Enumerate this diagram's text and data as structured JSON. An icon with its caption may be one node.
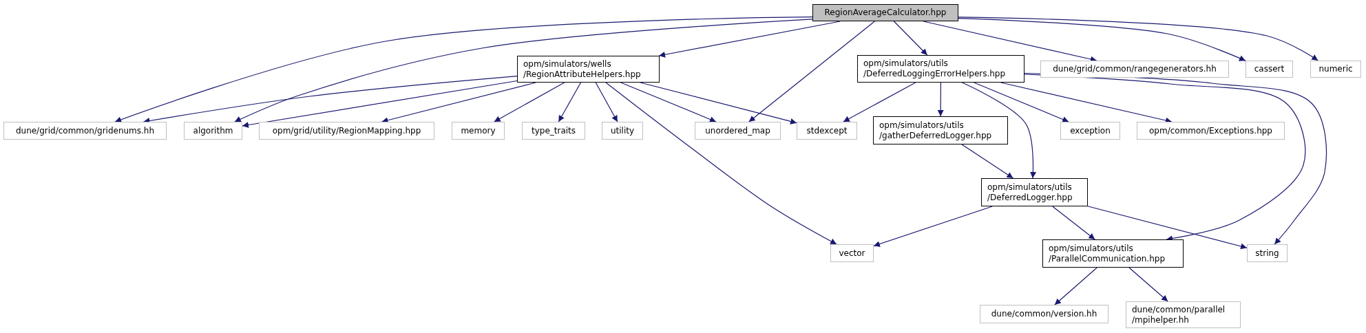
{
  "diagram": {
    "nodes": [
      {
        "text": [
          "RegionAverageCalculator.hpp"
        ]
      },
      {
        "text": [
          "opm/simulators/wells /RegionAttributeHelpers.hpp"
        ]
      },
      {
        "text": [
          "dune/grid/common/gridenums.hh"
        ]
      },
      {
        "text": [
          "algorithm"
        ]
      },
      {
        "text": [
          "unordered_map"
        ]
      },
      {
        "text": [
          "opm/simulators/utils /DeferredLoggingErrorHelpers.hpp"
        ]
      },
      {
        "text": [
          "dune/grid/common/rangegenerators.hh"
        ]
      },
      {
        "text": [
          "cassert"
        ]
      },
      {
        "text": [
          "numeric"
        ]
      },
      {
        "text": [
          "opm/grid/utility/RegionMapping.hpp"
        ]
      },
      {
        "text": [
          "memory"
        ]
      },
      {
        "text": [
          "type_traits"
        ]
      },
      {
        "text": [
          "utility"
        ]
      },
      {
        "text": [
          "vector"
        ]
      },
      {
        "text": [
          "stdexcept"
        ]
      },
      {
        "text": [
          "opm/simulators/utils /gatherDeferredLogger.hpp"
        ]
      },
      {
        "text": [
          "exception"
        ]
      },
      {
        "text": [
          "opm/common/Exceptions.hpp"
        ]
      },
      {
        "text": [
          "opm/simulators/utils /DeferredLogger.hpp"
        ]
      },
      {
        "text": [
          "opm/simulators/utils /ParallelCommunication.hpp"
        ]
      },
      {
        "text": [
          "string"
        ]
      },
      {
        "text": [
          "dune/common/version.hh"
        ]
      },
      {
        "text": [
          "dune/common/parallel /mpihelper.hh"
        ]
      }
    ],
    "edges": [
      {
        "from": 0,
        "to": 1,
        "arrow": "to"
      },
      {
        "from": 0,
        "to": 2,
        "arrow": "to"
      },
      {
        "from": 0,
        "to": 3,
        "arrow": "to"
      },
      {
        "from": 0,
        "to": 4,
        "arrow": "to"
      },
      {
        "from": 0,
        "to": 5,
        "arrow": "to"
      },
      {
        "from": 0,
        "to": 6,
        "arrow": "to"
      },
      {
        "from": 0,
        "to": 7,
        "arrow": "to"
      },
      {
        "from": 0,
        "to": 8,
        "arrow": "to"
      },
      {
        "from": 1,
        "to": 2,
        "arrow": "to"
      },
      {
        "from": 1,
        "to": 3,
        "arrow": "to"
      },
      {
        "from": 1,
        "to": 9,
        "arrow": "to"
      },
      {
        "from": 1,
        "to": 10,
        "arrow": "to"
      },
      {
        "from": 1,
        "to": 11,
        "arrow": "to"
      },
      {
        "from": 1,
        "to": 12,
        "arrow": "to"
      },
      {
        "from": 1,
        "to": 13,
        "arrow": "to"
      },
      {
        "from": 1,
        "to": 4,
        "arrow": "to"
      },
      {
        "from": 1,
        "to": 14,
        "arrow": "to"
      },
      {
        "from": 5,
        "to": 14,
        "arrow": "to"
      },
      {
        "from": 5,
        "to": 15,
        "arrow": "to"
      },
      {
        "from": 5,
        "to": 18,
        "arrow": "to"
      },
      {
        "from": 5,
        "to": 16,
        "arrow": "to"
      },
      {
        "from": 5,
        "to": 17,
        "arrow": "to"
      },
      {
        "from": 5,
        "to": 19,
        "arrow": "to"
      },
      {
        "from": 5,
        "to": 20,
        "arrow": "to"
      },
      {
        "from": 15,
        "to": 18,
        "arrow": "to"
      },
      {
        "from": 18,
        "to": 13,
        "arrow": "to"
      },
      {
        "from": 18,
        "to": 19,
        "arrow": "to"
      },
      {
        "from": 18,
        "to": 20,
        "arrow": "to"
      },
      {
        "from": 19,
        "to": 21,
        "arrow": "to"
      },
      {
        "from": 19,
        "to": 22,
        "arrow": "to"
      }
    ]
  }
}
